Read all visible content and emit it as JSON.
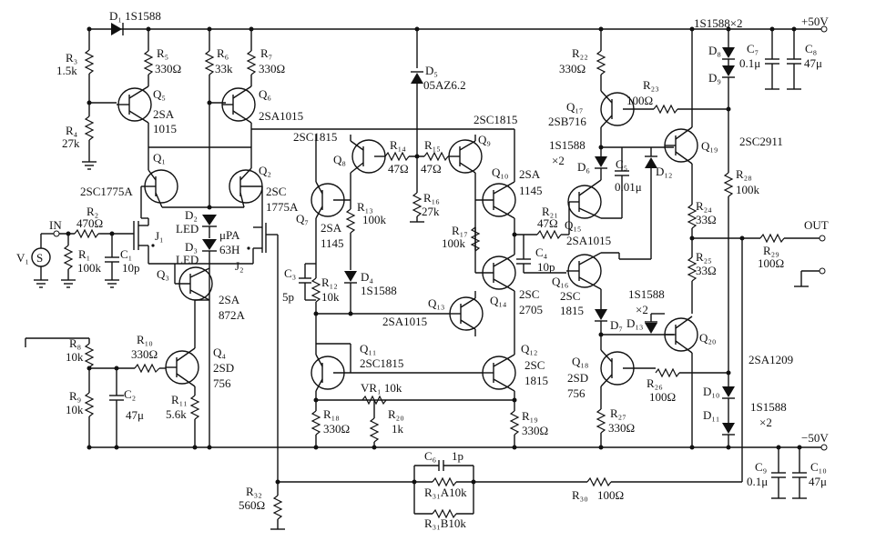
{
  "supply": {
    "pos": "+50V",
    "neg": "−50V"
  },
  "io": {
    "in": "IN",
    "out": "OUT",
    "v1": "V₁",
    "s": "S"
  },
  "labels": {
    "d1": "D₁ 1S1588",
    "r3": "R₃",
    "r3v": "1.5k",
    "r4": "R₄",
    "r4v": "27k",
    "r5": "R₅",
    "r5v": "330Ω",
    "r6": "R₆",
    "r6v": "33k",
    "r7": "R₇",
    "r7v": "330Ω",
    "q5": "Q₅",
    "q5t": "2SA",
    "q5t2": "1015",
    "q6": "Q₆",
    "q6t": "2SA1015",
    "q1": "Q₁",
    "q1t": "2SC1775A",
    "q2": "Q₂",
    "q2t": "2SC",
    "q2t2": "1775A",
    "r2": "R₂",
    "r2v": "470Ω",
    "r1": "R₁",
    "r1v": "100k",
    "c1": "C₁",
    "c1v": "10p",
    "j1": "J₁",
    "j2": "J₂",
    "upa": "μPA",
    "upa2": "63H",
    "d2": "D₂",
    "d2t": "LED",
    "d3": "D₃",
    "d3t": "LED",
    "q3": "Q₃",
    "q3t": "2SA",
    "q3t2": "872A",
    "r8": "R₈",
    "r8v": "10k",
    "r9": "R₉",
    "r9v": "10k",
    "r10": "R₁₀",
    "r10v": "330Ω",
    "c2": "C₂",
    "c2v": "47μ",
    "q4": "Q₄",
    "q4t": "2SD",
    "q4t2": "756",
    "r11": "R₁₁",
    "r11v": "5.6k",
    "r32": "R₃₂",
    "r32v": "560Ω",
    "d5": "D₅",
    "d5t": "05AZ6.2",
    "sc1815a": "2SC1815",
    "sc1815b": "2SC1815",
    "q8": "Q₈",
    "r14": "R₁₄",
    "r14v": "47Ω",
    "r15": "R₁₅",
    "r15v": "47Ω",
    "q9": "Q₉",
    "r16": "R₁₆",
    "r16v": "27k",
    "q7": "Q₇",
    "q7t": "2SA",
    "q7t2": "1145",
    "r13": "R₁₃",
    "r13v": "100k",
    "q10": "Q₁₀",
    "q10t": "2SA",
    "q10t2": "1145",
    "r17": "R₁₇",
    "r17v": "100k",
    "c3": "C₃",
    "c3v": "5p",
    "r12": "R₁₂",
    "r12v": "10k",
    "d4": "D₄",
    "d4t": "1S1588",
    "q13": "Q₁₃",
    "q13t": "2SA1015",
    "q14": "Q₁₄",
    "q14t": "2SC",
    "q14t2": "2705",
    "q11": "Q₁₁",
    "q11t": "2SC1815",
    "q12": "Q₁₂",
    "q12t": "2SC",
    "q12t2": "1815",
    "vr1": "VR₁ 10k",
    "r18": "R₁₈",
    "r18v": "330Ω",
    "r20": "R₂₀",
    "r20v": "1k",
    "r19": "R₁₉",
    "r19v": "330Ω",
    "c6": "C₆",
    "c6v": "1p",
    "r31a": "R₃₁A10k",
    "r31b": "R₃₁B10k",
    "r30": "R₃₀",
    "r30v": "100Ω",
    "r21": "R₂₁",
    "r21v": "47Ω",
    "c4": "C₄",
    "c4v": "10p",
    "q15": "Q₁₅",
    "q15t": "2SA1015",
    "q16": "Q₁₆",
    "q16t": "2SC",
    "q16t2": "1815",
    "r22": "R₂₂",
    "r22v": "330Ω",
    "q17": "Q₁₇",
    "q17t": "2SB716",
    "r23": "R₂₃",
    "r23v": "100Ω",
    "d6": "D₆",
    "d6t": "1S1588",
    "d6t2": "×2",
    "c5": "C₅",
    "c5v": "0.01μ",
    "d12": "D₁₂",
    "q19": "Q₁₉",
    "q19t": "2SC2911",
    "r28": "R₂₈",
    "r28v": "100k",
    "r24": "R₂₄",
    "r24v": "33Ω",
    "r25": "R₂₅",
    "r25v": "33Ω",
    "r29": "R₂₉",
    "r29v": "100Ω",
    "d7": "D₇",
    "d13": "D₁₃",
    "d7t": "1S1588",
    "d7t2": "×2",
    "q20": "Q₂₀",
    "q20t": "2SA1209",
    "q18": "Q₁₈",
    "q18t": "2SD",
    "q18t2": "756",
    "r26": "R₂₆",
    "r26v": "100Ω",
    "r27": "R₂₇",
    "r27v": "330Ω",
    "d8": "D₈",
    "d9": "D₉",
    "d89t": "1S1588×2",
    "c7": "C₇",
    "c7v": "0.1μ",
    "c8": "C₈",
    "c8v": "47μ",
    "d10": "D₁₀",
    "d11": "D₁₁",
    "d1011t": "1S1588",
    "d1011t2": "×2",
    "c9": "C₉",
    "c9v": "0.1μ",
    "c10": "C₁₀",
    "c10v": "47μ"
  }
}
